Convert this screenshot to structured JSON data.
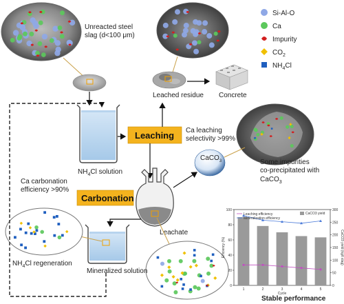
{
  "labels": {
    "unreacted_slag": "Unreacted steel slag (d<100 μm)",
    "leached_residue": "Leached residue",
    "concrete": "Concrete",
    "nh4cl_solution_a": "NH",
    "nh4cl_solution_sub": "4",
    "nh4cl_solution_b": "Cl solution",
    "leaching": "Leaching",
    "ca_leaching_1": "Ca leaching",
    "ca_leaching_2": "selectivity >99%",
    "impurities_1": "Some impurities",
    "impurities_2": "co-precipitated with",
    "impurities_3a": "CaCO",
    "impurities_3sub": "3",
    "caco3_a": "CaCO",
    "caco3_sub": "3",
    "carbonation": "Carbonation",
    "ca_carb_1": "Ca carbonation",
    "ca_carb_2": "efficiency >90%",
    "leachate": "Leachate",
    "regen_a": "NH",
    "regen_sub": "4",
    "regen_b": "Cl regeneration",
    "mineralized": "Mineralized solution",
    "stable": "Stable performance"
  },
  "legend": [
    {
      "label": "Si-Al-O",
      "color": "#8fa8e6",
      "shape": "circle"
    },
    {
      "label": "Ca",
      "color": "#5cc85c",
      "shape": "circle"
    },
    {
      "label": "Impurity",
      "color": "#d21f1f",
      "shape": "blob"
    },
    {
      "label": "CO",
      "sub": "2",
      "color": "#f0c000",
      "shape": "diamond"
    },
    {
      "label": "NH",
      "sub": "4",
      "tail": "Cl",
      "color": "#1f5fbf",
      "shape": "square"
    }
  ],
  "chart_data": {
    "type": "bar",
    "categories": [
      "1",
      "2",
      "3",
      "4",
      "5"
    ],
    "xlabel": "Cycle",
    "ylabel_left": "Efficiency (%)",
    "ylabel_right": "CaCO3 yield (kg/t slag)",
    "ylim_left": [
      0,
      100
    ],
    "ylim_right": [
      0,
      300
    ],
    "yticks_left": [
      0,
      20,
      40,
      60,
      80,
      100
    ],
    "yticks_right": [
      0,
      50,
      100,
      150,
      200,
      250,
      300
    ],
    "series": [
      {
        "name": "CaCO3 yield",
        "type": "bar",
        "axis": "right",
        "color": "#9a9a9a",
        "values": [
          270,
          235,
          210,
          195,
          190
        ]
      },
      {
        "name": "Leaching efficiency",
        "type": "line",
        "axis": "left",
        "color": "#c050c0",
        "values": [
          27,
          27,
          25,
          23,
          21
        ]
      },
      {
        "name": "Mineralization efficiency",
        "type": "line",
        "axis": "left",
        "color": "#4a7ad8",
        "values": [
          92,
          86,
          84,
          82,
          85
        ]
      }
    ]
  }
}
